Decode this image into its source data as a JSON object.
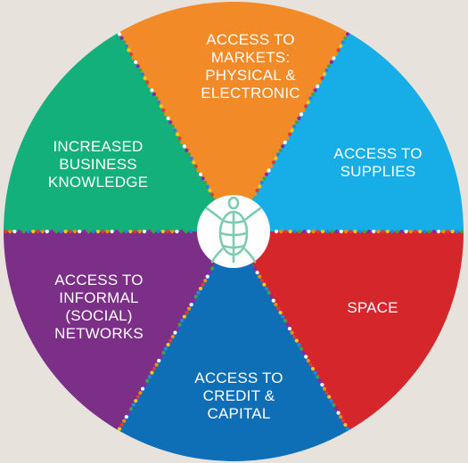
{
  "wheel": {
    "segments": [
      {
        "id": "markets",
        "lines": [
          "ACCESS TO",
          "MARKETS:",
          "PHYSICAL &",
          "ELECTRONIC"
        ],
        "color": "#f28a28"
      },
      {
        "id": "supplies",
        "lines": [
          "ACCESS TO",
          "SUPPLIES"
        ],
        "color": "#17aee8"
      },
      {
        "id": "space",
        "lines": [
          "SPACE"
        ],
        "color": "#d4262b"
      },
      {
        "id": "credit",
        "lines": [
          "ACCESS TO",
          "CREDIT &",
          "CAPITAL"
        ],
        "color": "#0f6fb6"
      },
      {
        "id": "networks",
        "lines": [
          "ACCESS TO",
          "INFORMAL",
          "(SOCIAL)",
          "NETWORKS"
        ],
        "color": "#7b2f87"
      },
      {
        "id": "knowledge",
        "lines": [
          "INCREASED",
          "BUSINESS",
          "KNOWLEDGE"
        ],
        "color": "#13b07c"
      }
    ],
    "center_icon": "turtle-icon",
    "center_icon_color": "#7fcbb0",
    "dot_colors": [
      "#e53935",
      "#f7c51e",
      "#1e88e5",
      "#43a047",
      "#8e24aa",
      "#ffffff",
      "#fb8c00"
    ]
  }
}
